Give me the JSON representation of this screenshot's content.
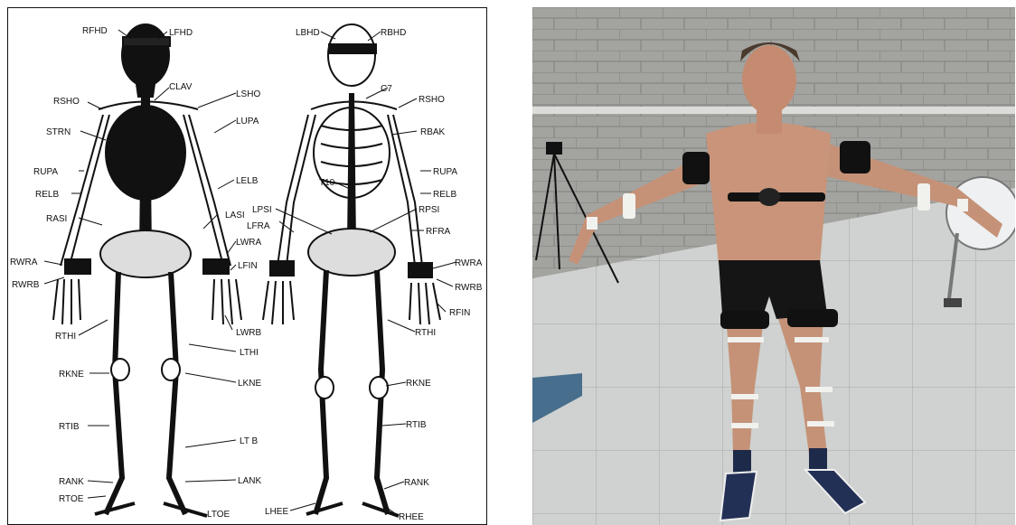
{
  "left_figure": {
    "front_labels": {
      "rfhd": "RFHD",
      "lfhd": "LFHD",
      "clav": "CLAV",
      "rsho": "RSHO",
      "strn": "STRN",
      "rupa": "RUPA",
      "relb": "RELB",
      "rasi": "RASI",
      "rwra": "RWRA",
      "rwrb": "RWRB",
      "rthi": "RTHI",
      "rkne": "RKNE",
      "rtib": "RTIB",
      "rank": "RANK",
      "rtoe": "RTOE",
      "ltoe": "LTOE"
    },
    "middle_labels": {
      "lsho": "LSHO",
      "lupa": "LUPA",
      "lelb": "LELB",
      "lasi": "LASI",
      "lwra": "LWRA",
      "lfin": "LFIN",
      "lwrb": "LWRB",
      "lthi": "LTHI",
      "lkne": "LKNE",
      "ltib": "LT B",
      "lank": "LANK"
    },
    "back_labels": {
      "lbhd": "LBHD",
      "rbhd": "RBHD",
      "c7": "C7",
      "rsho": "RSHO",
      "rbak": "RBAK",
      "rupa": "RUPA",
      "relb": "RELB",
      "lpsi": "LPSI",
      "t10": "T10",
      "lfra": "LFRA",
      "rpsi": "RPSI",
      "rfra": "RFRA",
      "rwra": "RWRA",
      "rwrb": "RWRB",
      "rfin": "RFIN",
      "rthi": "RTHI",
      "rkne": "RKNE",
      "rtib": "RTIB",
      "rank": "RANK",
      "lhee": "LHEE",
      "rhee": "RHEE"
    }
  },
  "colors": {
    "wall": "#a9a9a6",
    "floor": "#cfd2d0",
    "skin": "#c9957a",
    "sensor": "#111111",
    "tape": "#f2f2f0"
  }
}
